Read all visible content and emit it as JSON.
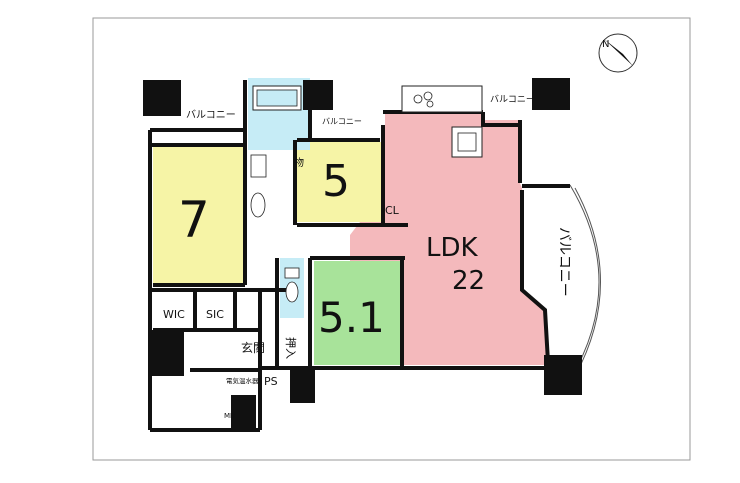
{
  "rooms": {
    "western7": {
      "label": "7",
      "color": "#f6f4a6"
    },
    "western5": {
      "label": "5",
      "color": "#f6f4a6"
    },
    "western51": {
      "label": "5.1",
      "color": "#a8e39a"
    },
    "ldk": {
      "label": "LDK",
      "size": "22",
      "color": "#f4b9bc"
    },
    "bath": {
      "color": "#c6ecf6"
    },
    "toilet": {
      "color": "#c6ecf6"
    }
  },
  "labels": {
    "balcony_top_left": "バルコニー",
    "balcony_top_mid": "バルコニー",
    "balcony_top_right": "バルコニー",
    "balcony_right": "バルコニー",
    "closet": "CL",
    "storage": "物",
    "wic": "WIC",
    "sic": "SIC",
    "entrance": "玄関",
    "oshiire": "押入",
    "ps": "PS",
    "water_heater": "電気温水器",
    "mb": "MB"
  },
  "compass": {
    "mark": "N"
  },
  "colors": {
    "wall": "#111111",
    "frame": "#9a9a9a"
  }
}
